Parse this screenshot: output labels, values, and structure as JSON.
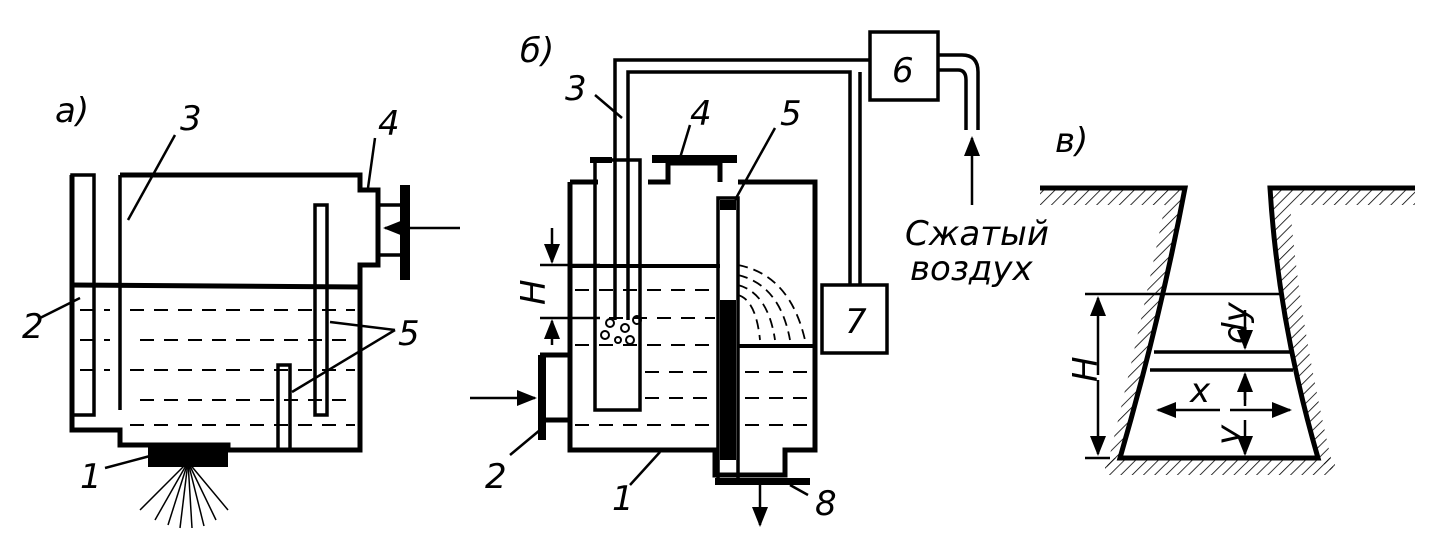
{
  "panels": {
    "a": {
      "title": "а)",
      "labels": {
        "n1": "1",
        "n2": "2",
        "n3": "3",
        "n4": "4",
        "n5": "5"
      }
    },
    "b": {
      "title": "б)",
      "labels": {
        "n1": "1",
        "n2": "2",
        "n3": "3",
        "n4": "4",
        "n5": "5",
        "n6": "6",
        "n7": "7",
        "n8": "8"
      },
      "height_label": "H",
      "air_label_line1": "Сжатый",
      "air_label_line2": "воздух"
    },
    "c": {
      "title": "в)",
      "height_label": "H",
      "dy_label": "dy",
      "x_label": "x",
      "y_label": "y"
    }
  }
}
